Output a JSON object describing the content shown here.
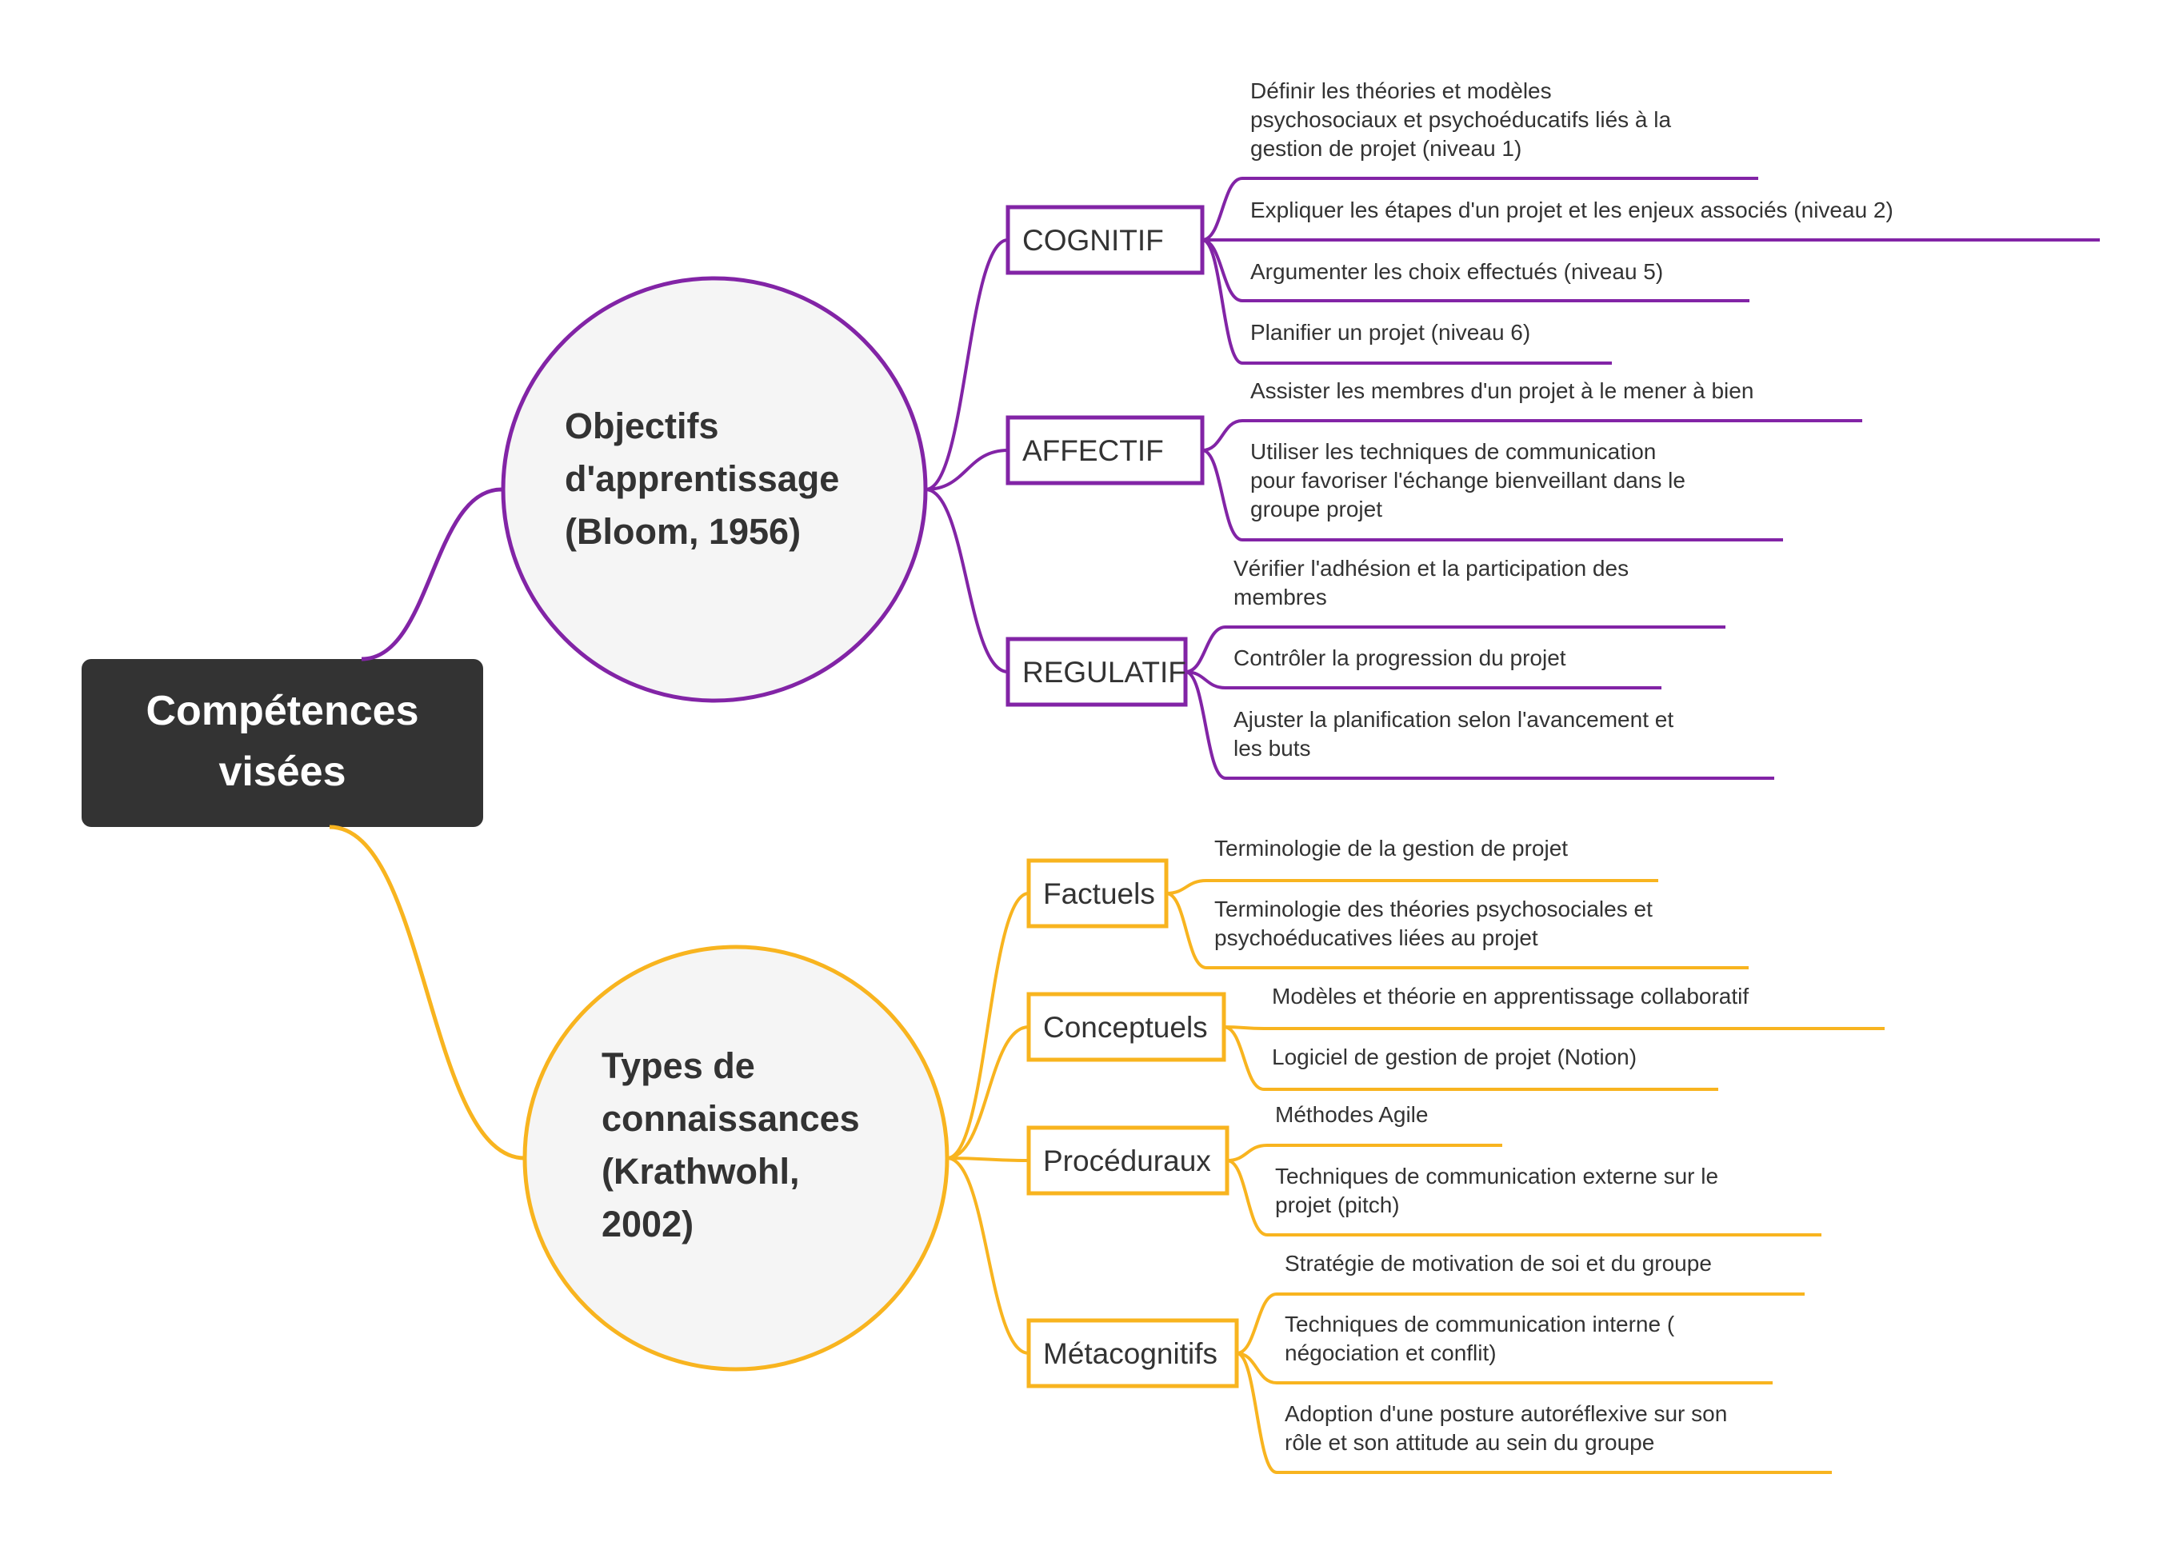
{
  "colors": {
    "purple": "#8224a6",
    "yellow": "#f8b41f",
    "root_fill": "#333333",
    "node_fill": "#f5f5f5"
  },
  "root": {
    "lines": [
      "Compétences",
      "visées"
    ]
  },
  "branches": [
    {
      "id": "objectifs",
      "color": "purple",
      "lines": [
        "Objectifs",
        "d'apprentissage",
        "(Bloom, 1956)"
      ],
      "categories": [
        {
          "label": "COGNITIF",
          "items": [
            [
              "Définir les théories et modèles",
              "psychosociaux et psychoéducatifs liés à la",
              "gestion de projet (niveau 1)"
            ],
            [
              "Expliquer les étapes d'un projet et les enjeux associés (niveau 2)"
            ],
            [
              "Argumenter les choix effectués (niveau 5)"
            ],
            [
              "Planifier un projet (niveau 6)"
            ]
          ]
        },
        {
          "label": "AFFECTIF",
          "items": [
            [
              "Assister les membres d'un projet à le mener à bien"
            ],
            [
              "Utiliser les techniques de communication",
              "pour favoriser l'échange bienveillant dans le",
              "groupe projet"
            ]
          ]
        },
        {
          "label": "REGULATIF",
          "items": [
            [
              "Vérifier l'adhésion et la participation des",
              "membres"
            ],
            [
              "Contrôler la progression du projet"
            ],
            [
              "Ajuster la planification selon l'avancement et",
              "les buts"
            ]
          ]
        }
      ]
    },
    {
      "id": "types",
      "color": "yellow",
      "lines": [
        "Types de",
        "connaissances",
        "(Krathwohl,",
        "2002)"
      ],
      "categories": [
        {
          "label": "Factuels",
          "items": [
            [
              "Terminologie de la gestion de projet"
            ],
            [
              "Terminologie des théories psychosociales et",
              "psychoéducatives liées au projet"
            ]
          ]
        },
        {
          "label": "Conceptuels",
          "items": [
            [
              "Modèles et théorie en apprentissage collaboratif"
            ],
            [
              "Logiciel de gestion de projet (Notion)"
            ]
          ]
        },
        {
          "label": "Procéduraux",
          "items": [
            [
              "Méthodes Agile"
            ],
            [
              "Techniques de communication externe sur le",
              "projet (pitch)"
            ]
          ]
        },
        {
          "label": "Métacognitifs",
          "items": [
            [
              "Stratégie de motivation de soi et du groupe"
            ],
            [
              "Techniques de communication interne (",
              "négociation et conflit)"
            ],
            [
              "Adoption d'une posture autoréflexive sur son",
              "rôle et son attitude au sein du groupe"
            ]
          ]
        }
      ]
    }
  ]
}
